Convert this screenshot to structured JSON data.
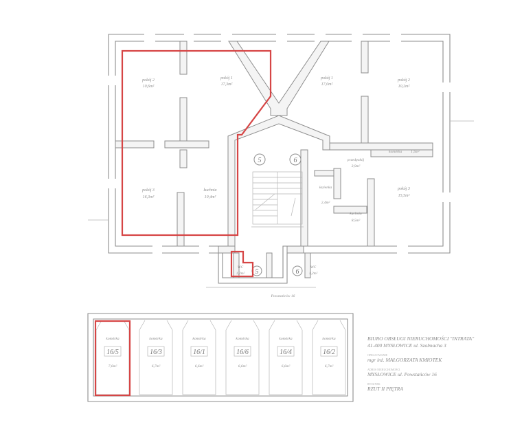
{
  "rooms": {
    "pokoj2_left": {
      "name": "pokój 2",
      "area": "10,6m²"
    },
    "pokoj1_left": {
      "name": "pokój 1",
      "area": "17,3m²"
    },
    "pokoj3_left": {
      "name": "pokój 3",
      "area": "16,3m²"
    },
    "kuchnia_left": {
      "name": "kuchnia",
      "area": "10,4m²"
    },
    "pokoj1_right": {
      "name": "pokój 1",
      "area": "17,0m²"
    },
    "pokoj2_right": {
      "name": "pokój 2",
      "area": "10,2m²"
    },
    "komorka_right": {
      "name": "komórka",
      "area": "1,5m²"
    },
    "przedpokoj_right": {
      "name": "przedpokój",
      "area": "3,9m²"
    },
    "lazienka_right": {
      "name": "łazienka",
      "area": "2,4m²"
    },
    "kuchnia_right": {
      "name": "kuchnia",
      "area": "8,5m²"
    },
    "pokoj3_right": {
      "name": "pokój 3",
      "area": "15,5m²"
    },
    "wc_left": {
      "name": "WC",
      "area": "1,2m²"
    },
    "wc_right": {
      "name": "WC",
      "area": "1,2m²"
    }
  },
  "stair_markers": {
    "left": "5",
    "right": "6"
  },
  "wc_markers": {
    "left": "5",
    "right": "6"
  },
  "street": "Powstańców 16",
  "storage": [
    {
      "name": "komórka",
      "num": "16/5",
      "area": "7,6m²"
    },
    {
      "name": "komórka",
      "num": "16/3",
      "area": "6,7m²"
    },
    {
      "name": "komórka",
      "num": "16/1",
      "area": "6,6m²"
    },
    {
      "name": "komórka",
      "num": "16/6",
      "area": "6,6m²"
    },
    {
      "name": "komórka",
      "num": "16/4",
      "area": "6,6m²"
    },
    {
      "name": "komórka",
      "num": "16/2",
      "area": "6,7m²"
    }
  ],
  "title_block": {
    "office": "BIURO OBSŁUGI NIERUCHOMOŚCI \"INTRATA\"",
    "address": "41-400 MYSŁOWICE ul. Szalmacha 3",
    "designer_caption": "OPRACOWANIE",
    "designer": "mgr inż. MAŁGORZATA KMIOTEK",
    "object_caption": "ADRES NIERUCHOMOŚCI",
    "object": "MYSŁOWICE ul. Powstańców 16",
    "drawing_caption": "RYSUNEK",
    "drawing": "RZUT II PIĘTRA"
  }
}
